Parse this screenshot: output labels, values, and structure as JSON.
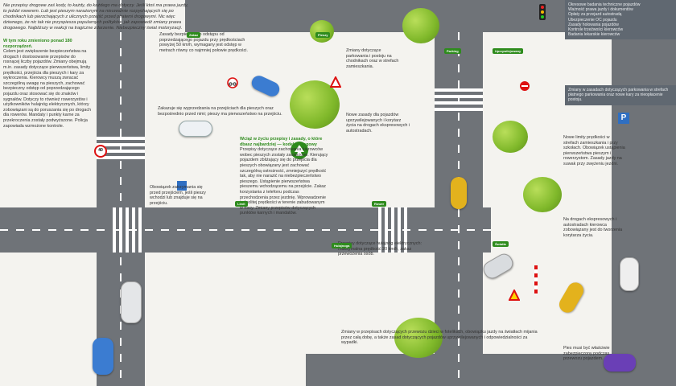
{
  "intro": {
    "lead": "Nie przepisy drogowe zaś kody, to każdy, do każdego ma dotyczy. Jeśli ktoś ma prawa jazdy, to jeździ rowerem. Lub jest pieszym narażo­nym na nieuważnie rozpychających się po chodnikach lub pierzchających z ulicznych przejść przed pirate­mi drogowymi. Nic więc dziwne­go, że nic tak nie przyspiesza popularnych polityków, jak zapowiedź zmiany prawa drogowego. Najbliższy w reakcji na tragiczne zdarzenie. Niebezpieczny świat motoryzacji.",
    "subhead": "W tym roku zmieniono ponad 180 rozporządzeń.",
    "body": "Celem jest zwiększenie bezpieczeństwa na drogach i dostosowanie przepisów do rosnącej liczby pojazdów. Zmiany obejmują m.in. zasady dotyczące pierwszeństwa, limity prędkości, przejścia dla pieszych i kary za wykroczenia. Kierowcy muszą zwracać szczególną uwagę na pieszych, zachować bezpieczny odstęp od poprzedzającego pojazdu oraz stosować się do znaków i sygnałów. Dotyczy to również rowerzystów i użytkowników hulajnóg elektrycznych, którzy zobowiązani są do poruszania się po drogach dla rowerów. Mandaty i punkty karne za przekroczenia zostały podwyższone. Policja zapowiada wzmożone kontrole."
  },
  "callouts": [
    {
      "text": "Zasady bezpiecznego odstępu od poprzedzającego pojazdu przy prędkościach powyżej 50 km/h, wymagany jest odstęp w metrach równy co najmniej połowie prędkości."
    },
    {
      "text": "Zakazuje się wyprzedzania na przejściach dla pieszych oraz bezpośrednio przed nimi; pieszy ma pierwszeństwo na przejściu."
    },
    {
      "text": "Obowiązek zatrzymania się przed przejściem, jeśli pieszy wchodzi lub znajduje się na przejściu."
    },
    {
      "text": "Nowe zasady dla pojazdów uprzywilejowanych i korytarz życia na drogach ekspresowych i autostradach."
    },
    {
      "text": "Zmiany dotyczące parkowania i postoju na chodnikach oraz w strefach zamieszkania."
    },
    {
      "text": "Przepisy dotyczące hulajnóg elektrycznych: maksymalna prędkość 20 km/h, zakaz przewożenia osób."
    }
  ],
  "center_header": "Wciąż w życiu przepisy i zasady, o które dbasz najbardziej — kodeks drogowy",
  "center_body": "Przepisy dotyczące zachowania kierowców wobec pieszych zostały zaostrzone. Kierujący pojazdem zbliżający się do przejścia dla pieszych obowiązany jest zachować szczególną ostrożność, zmniejszyć prędkość tak, aby nie narazić na niebezpieczeństwo pieszego. Ustąpienie pierwszeństwa pieszemu wchodzącemu na przejście. Zakaz korzystania z telefonu podczas przechodzenia przez jezdnię. Wprowadzenie jednolitej prędkości w terenie zabudowanym w nocy. Zmiany przepisów dotyczących punktów karnych i mandatów.",
  "bottom_note": "Zmiany w przepisach dotyczących przewozu dzieci w fotelikach, obowiązku jazdy na światłach mijania przez całą dobę, a także zasad dotyczących pojazdów uprzywilejowanych i odpowiedzialności za wypadki.",
  "sidebar": {
    "top": [
      "Okresowe badania techniczne pojazdów",
      "Ważność prawa jazdy i dokumentów",
      "Opłaty za przejazd autostradą",
      "Ubezpieczenie OC pojazdu",
      "Zasady holowania pojazdów",
      "Kontrole trzeźwości kierowców",
      "Badania lekarskie kierowców"
    ],
    "mid": "Zmiany w zasadach dotyczących parkowania w strefach płatnego parkowania oraz nowe kary za nieopłacenie postoju.",
    "right1": "Nowe limity prędkości w strefach zamieszkania i przy szkołach. Obowiązek ustąpienia pierwszeństwa pieszym i rowerzystom. Zasady jazdy na suwak przy zwężeniu jezdni.",
    "right2": "Na drogach ekspresowych i autostradach kierowca zobowiązany jest do tworzenia korytarza życia.",
    "right3": "Pies musi być właściwie zabezpieczony podczas przewozu pojazdem."
  },
  "signs": {
    "parking_letter": "P",
    "speed_limit": "40"
  },
  "tags": [
    "Zakaz",
    "Pieszy",
    "Limit",
    "Rower",
    "Hulajnoga",
    "Światła",
    "Parking",
    "Uprzywilejowany"
  ]
}
